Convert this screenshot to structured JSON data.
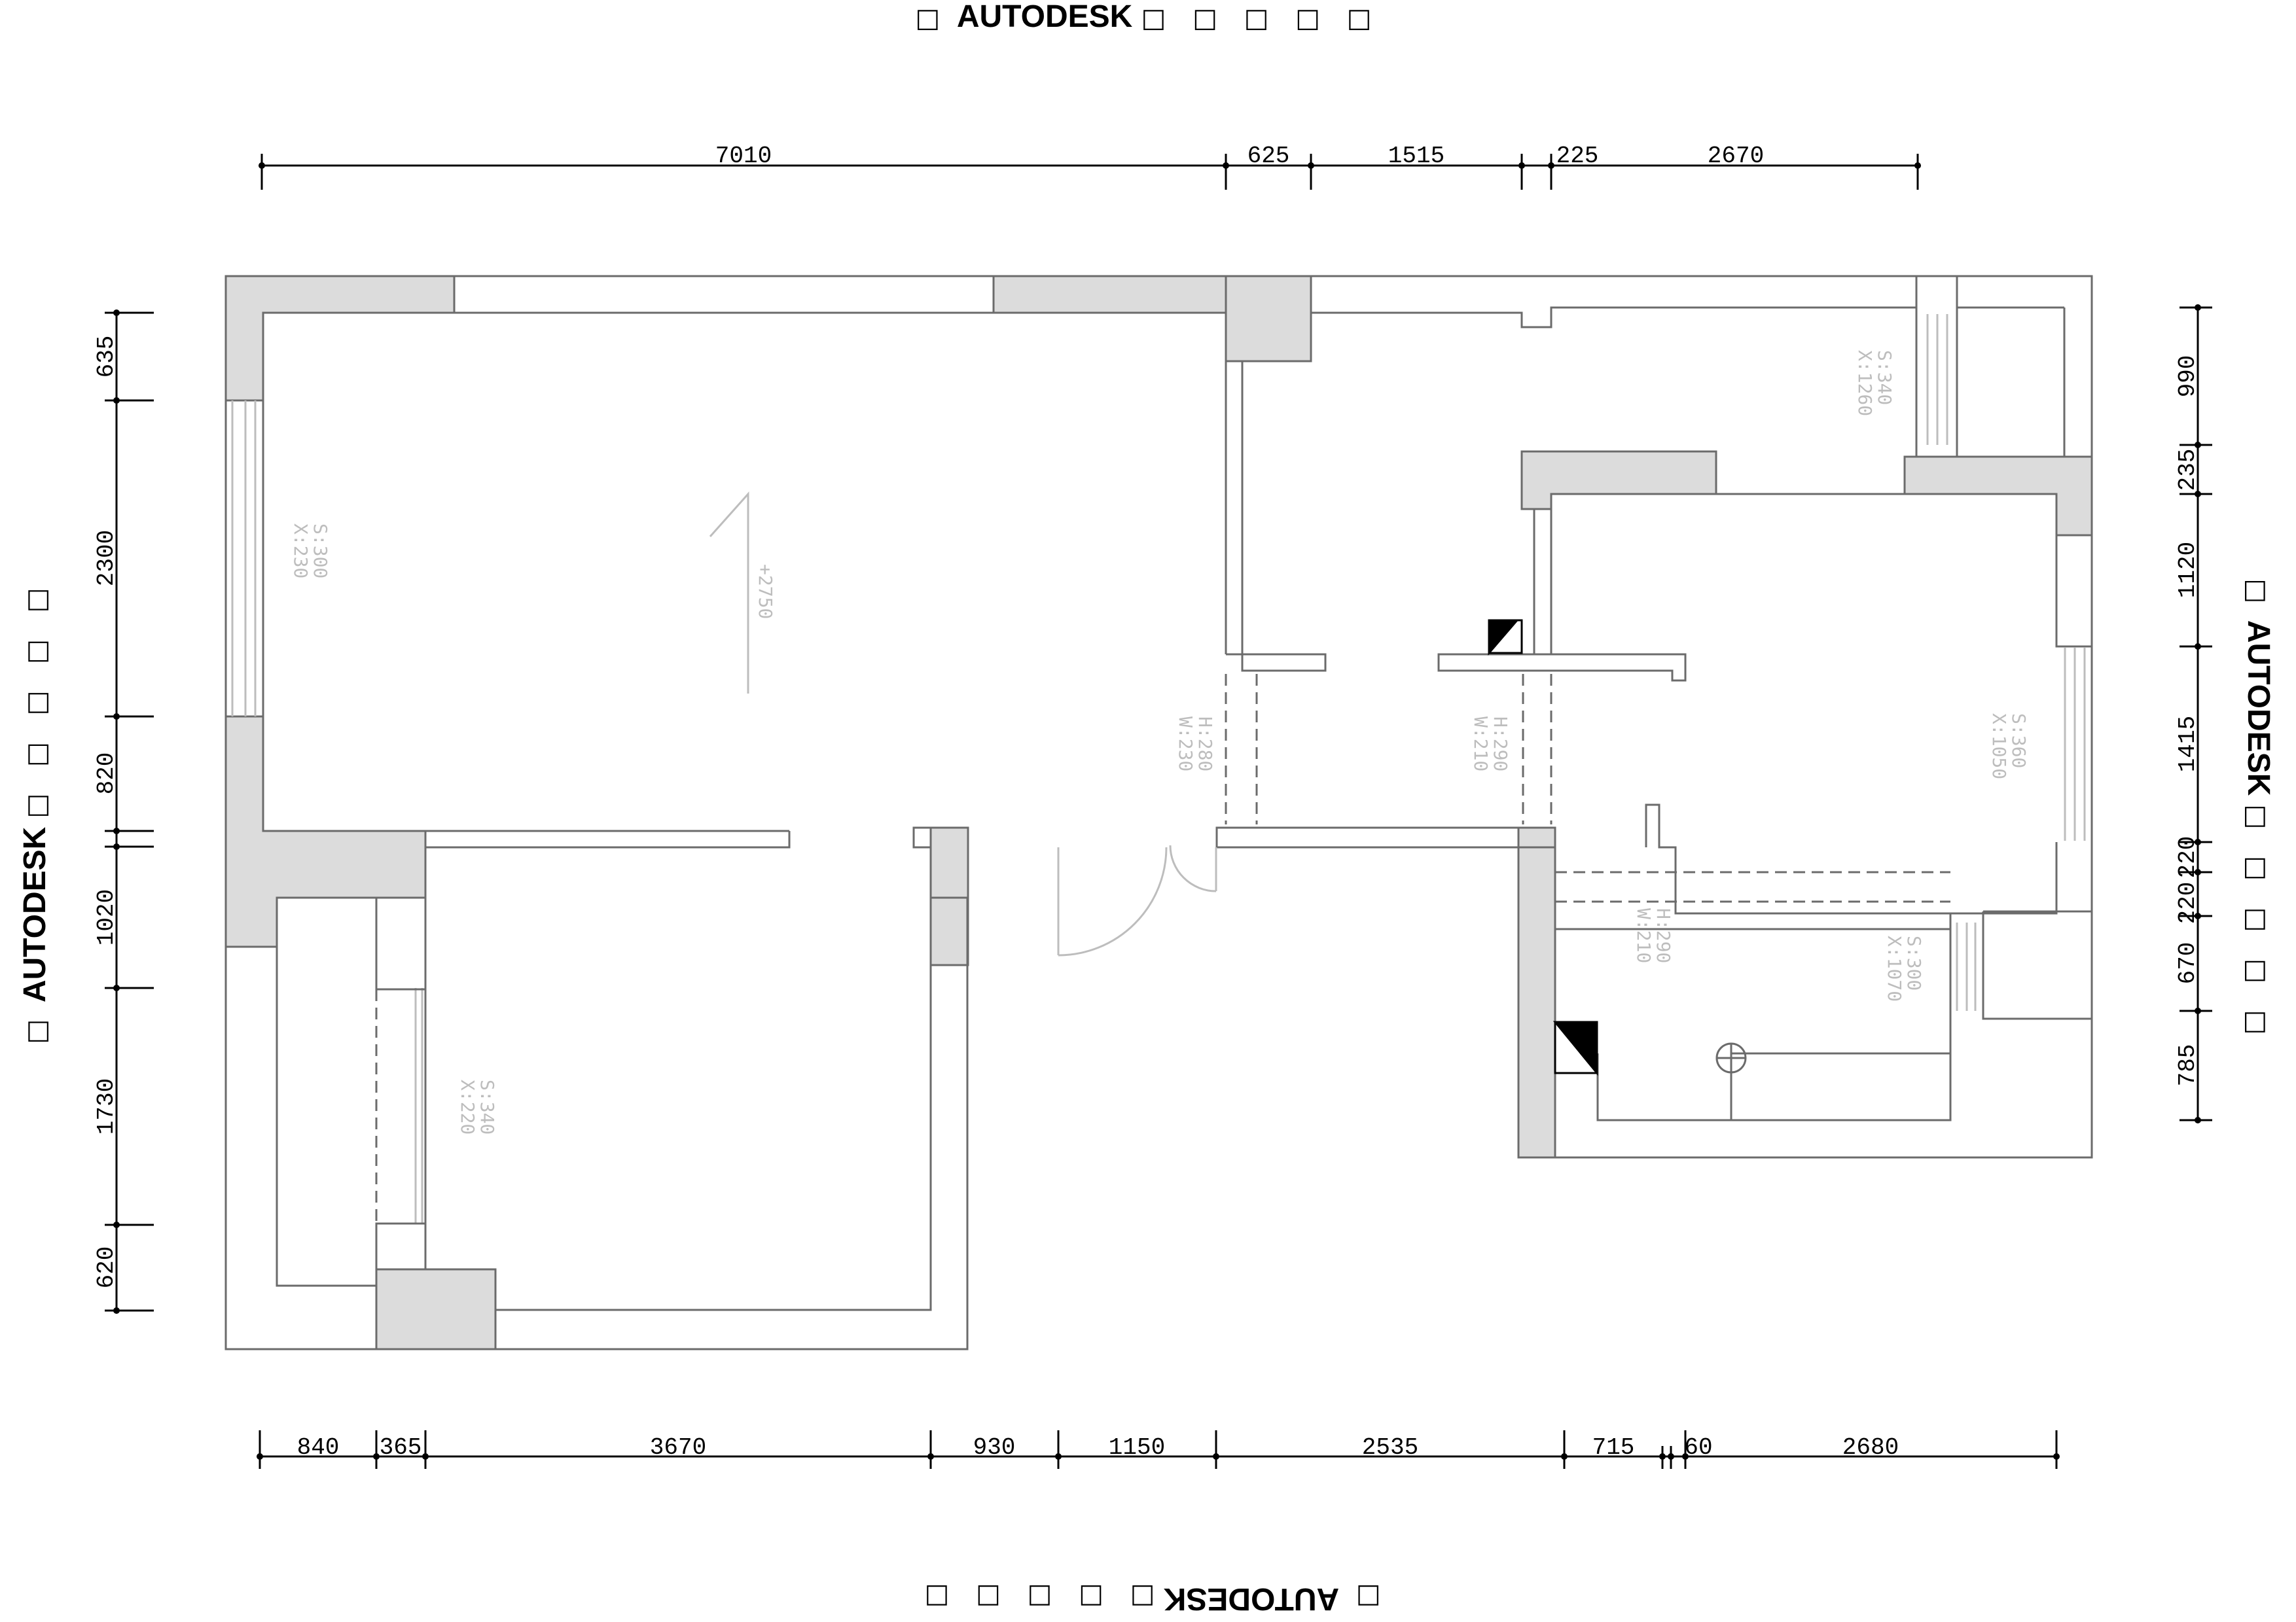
{
  "watermark": {
    "brand": "AUTODESK",
    "glyphs": "□ □ □ □ □"
  },
  "dimensions": {
    "top": [
      "7010",
      "625",
      "1515",
      "225",
      "2670"
    ],
    "bottom": [
      "840",
      "365",
      "3670",
      "930",
      "1150",
      "2535",
      "715",
      "60",
      "2680"
    ],
    "left": [
      "635",
      "2300",
      "820",
      "1020",
      "1730",
      "620"
    ],
    "right": [
      "990",
      "235",
      "1120",
      "1415",
      "220",
      "220",
      "670",
      "785"
    ]
  },
  "level_mark": "+2750",
  "windows": [
    {
      "s": "S:300",
      "x": "X:230"
    },
    {
      "s": "S:340",
      "x": "X:1260"
    },
    {
      "s": "S:360",
      "x": "X:1050"
    },
    {
      "s": "S:300",
      "x": "X:1070"
    },
    {
      "s": "S:340",
      "x": "X:220"
    }
  ],
  "doors": [
    {
      "h": "H:280",
      "w": "W:230"
    },
    {
      "h": "H:290",
      "w": "W:210"
    },
    {
      "h": "H:290",
      "w": "W:210"
    }
  ]
}
